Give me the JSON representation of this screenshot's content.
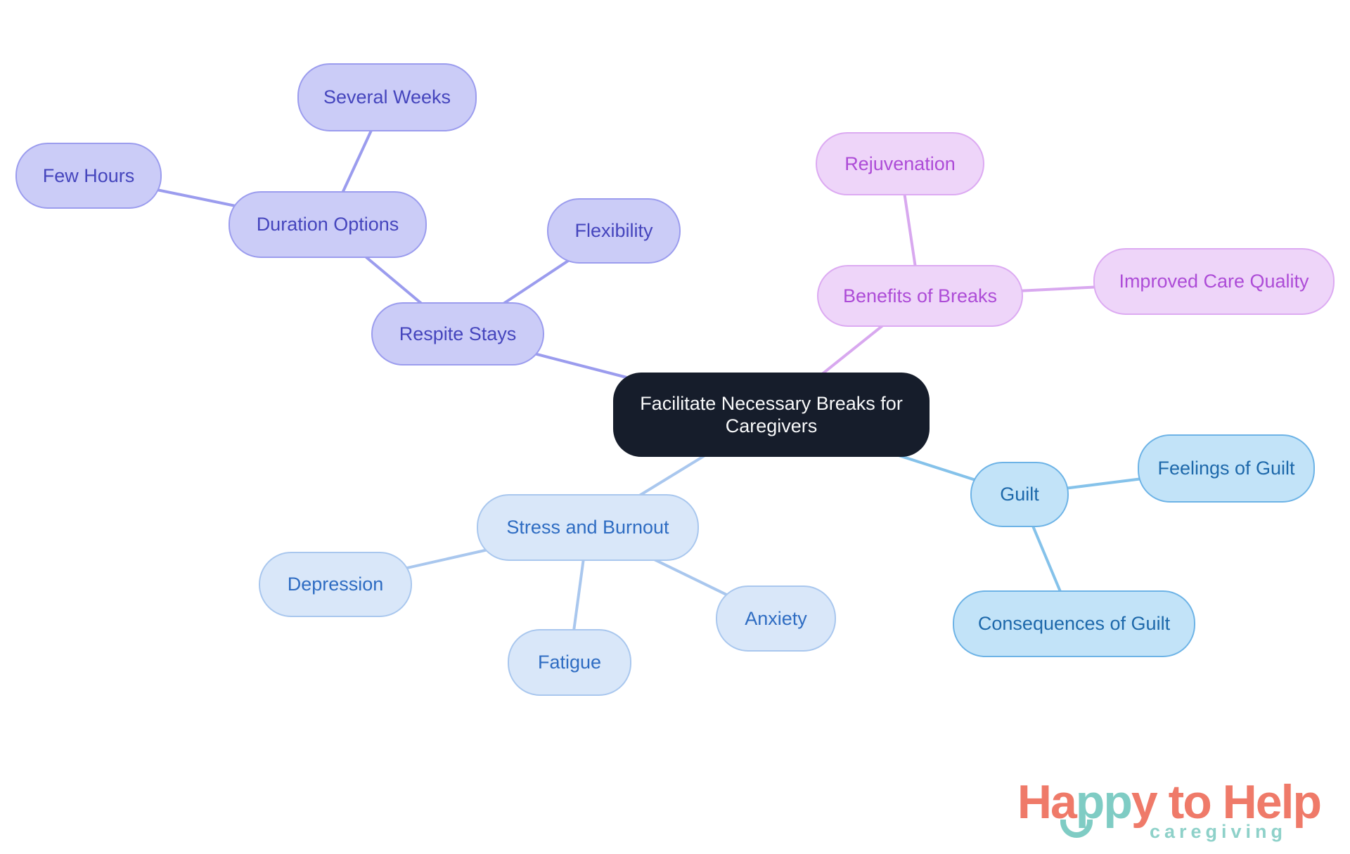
{
  "mindmap": {
    "central": {
      "label": "Facilitate Necessary Breaks for Caregivers"
    },
    "nodes": {
      "respite_stays": {
        "label": "Respite Stays",
        "branch": "respite"
      },
      "duration_options": {
        "label": "Duration Options",
        "branch": "respite"
      },
      "few_hours": {
        "label": "Few Hours",
        "branch": "respite"
      },
      "several_weeks": {
        "label": "Several Weeks",
        "branch": "respite"
      },
      "flexibility": {
        "label": "Flexibility",
        "branch": "respite"
      },
      "benefits_of_breaks": {
        "label": "Benefits of Breaks",
        "branch": "benefits"
      },
      "rejuvenation": {
        "label": "Rejuvenation",
        "branch": "benefits"
      },
      "improved_care_quality": {
        "label": "Improved Care Quality",
        "branch": "benefits"
      },
      "stress_and_burnout": {
        "label": "Stress and Burnout",
        "branch": "stress"
      },
      "depression": {
        "label": "Depression",
        "branch": "stress"
      },
      "fatigue": {
        "label": "Fatigue",
        "branch": "stress"
      },
      "anxiety": {
        "label": "Anxiety",
        "branch": "stress"
      },
      "guilt": {
        "label": "Guilt",
        "branch": "guilt"
      },
      "feelings_of_guilt": {
        "label": "Feelings of Guilt",
        "branch": "guilt"
      },
      "consequences_of_guilt": {
        "label": "Consequences of Guilt",
        "branch": "guilt"
      }
    },
    "edges": [
      {
        "from": "central",
        "to": "respite_stays"
      },
      {
        "from": "respite_stays",
        "to": "duration_options"
      },
      {
        "from": "duration_options",
        "to": "few_hours"
      },
      {
        "from": "duration_options",
        "to": "several_weeks"
      },
      {
        "from": "respite_stays",
        "to": "flexibility"
      },
      {
        "from": "central",
        "to": "benefits_of_breaks"
      },
      {
        "from": "benefits_of_breaks",
        "to": "rejuvenation"
      },
      {
        "from": "benefits_of_breaks",
        "to": "improved_care_quality"
      },
      {
        "from": "central",
        "to": "stress_and_burnout"
      },
      {
        "from": "stress_and_burnout",
        "to": "depression"
      },
      {
        "from": "stress_and_burnout",
        "to": "fatigue"
      },
      {
        "from": "stress_and_burnout",
        "to": "anxiety"
      },
      {
        "from": "central",
        "to": "guilt"
      },
      {
        "from": "guilt",
        "to": "feelings_of_guilt"
      },
      {
        "from": "guilt",
        "to": "consequences_of_guilt"
      }
    ],
    "colors": {
      "central_fill": "#161d2b",
      "central_text": "#f8f9fa",
      "respite_fill": "#cbccf7",
      "respite_border": "#9b9cee",
      "respite_text": "#4545bd",
      "benefits_fill": "#eed5f9",
      "benefits_border": "#dcaaf2",
      "benefits_text": "#ad4cd7",
      "stress_fill": "#d9e7f9",
      "stress_border": "#a9c7ee",
      "stress_text": "#2e6cc2",
      "guilt_fill": "#c2e3f8",
      "guilt_border": "#6db3e6",
      "guilt_text": "#1d68aa"
    }
  },
  "logo": {
    "segments": [
      {
        "text": "Ha",
        "color": "#ef7a69"
      },
      {
        "text": "pp",
        "color": "#7fccc4"
      },
      {
        "text": "y to Help",
        "color": "#ef7a69"
      }
    ],
    "tagline": "caregiving",
    "coral": "#ef7a69",
    "teal": "#7fccc4",
    "tagline_color": "#8ed1c9"
  }
}
